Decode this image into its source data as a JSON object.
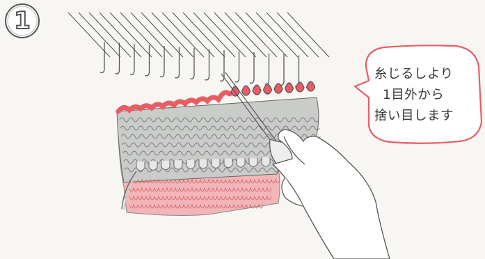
{
  "step": {
    "number": "1"
  },
  "callout": {
    "lines": [
      "糸じるしより",
      "1目外から",
      "捨い目します"
    ]
  },
  "colors": {
    "background": "#f7f6f3",
    "accent_pink": "#e85d64",
    "light_pink": "#f3b6b8",
    "knit_gray": "#c9ccc9",
    "outline": "#555555"
  }
}
